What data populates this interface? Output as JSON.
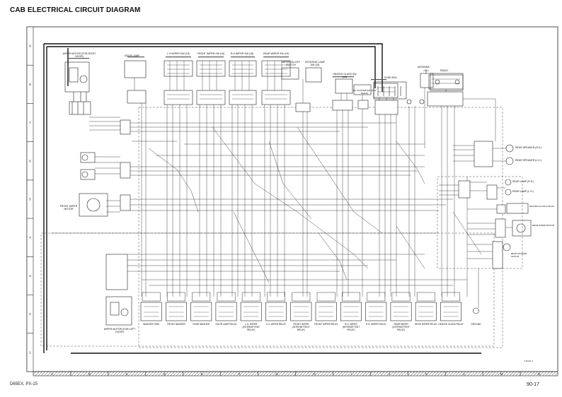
{
  "title": "CAB ELECTRICAL CIRCUIT DIAGRAM",
  "footer": {
    "model": "D65EX, PX-15",
    "page": "90-17"
  },
  "doc_code": "CJ0003-A",
  "frame": {
    "col_labels": [
      "A",
      "B",
      "C",
      "D",
      "E",
      "F",
      "G",
      "H",
      "I",
      "J",
      "K",
      "L",
      "M",
      "N"
    ],
    "row_labels": [
      "9",
      "8",
      "7",
      "6",
      "5",
      "4",
      "3",
      "2",
      "1"
    ]
  },
  "components": {
    "wiper_motor_right": "WIPER MOTOR (FOR RIGHT DOOR)",
    "wiper_motor_left": "WIPER MOTOR (FOR LEFT DOOR)",
    "front_wiper_motor": "FRONT WIPER MOTOR",
    "door_lamp": "DOOR LAMP",
    "sw_lh_wiper": "L.H.WIPER SW (15)",
    "sw_front_wiper": "FRONT WIPER SW (15)",
    "sw_rh_wiper": "R.H.WIPER SW (15)",
    "sw_rear_wiper": "REAR WIPER SW (15)",
    "sw_washer": "WIPER ON-OFF SWITCH",
    "sw_rotating_lamp": "ROTATING LAMP SW (15)",
    "heated_glass_sw": "HEATED GLASS SW (15)",
    "dc_converter": "DC CONVERTER (FOR RADIO)",
    "fuse_box": "FUSE BOX",
    "antenna": "ANTENNA",
    "radio": "RADIO",
    "speaker_left": "REAR SPEAKER (L.H.)",
    "speaker_right": "REAR SPEAKER (R.H.)",
    "rear_lamp_lh": "REAR LAMP (L.H.)",
    "rear_lamp_rh": "REAR LAMP (R.H.)",
    "heated_glass": "HEATED GLASS FOR DS",
    "rear_wiper_motor": "REAR WIPER MOTOR",
    "rear_washer_motor": "REAR WASHER MOTOR"
  },
  "bottom_units": [
    "WASHER TANK",
    "FRONT WASHER",
    "REAR WASHER",
    "DOOR LAMP RELAY",
    "L.H. WIPER (INTERMITTENT RELAY)",
    "L.H. WIPER RELAY",
    "FRONT WIPER (INTERMITTENT RELAY)",
    "FRONT WIPER RELAY",
    "R.H. WIPER (INTERMITTENT RELAY)",
    "R.H. WIPER RELAY",
    "REAR WIPER (INTERMITTENT RELAY)",
    "REAR WIPER RELAY",
    "HEATED GLASS RELAY",
    "GROUND"
  ]
}
